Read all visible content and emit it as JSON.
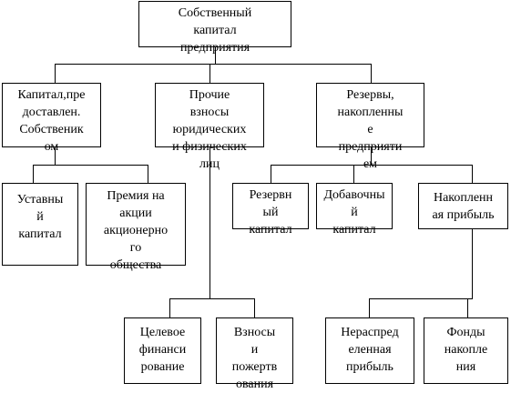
{
  "diagram": {
    "root": "Собственный\nкапитал\nпредприятия",
    "branch1": "Капитал,пре\nдоставлен.\nСобственик\nом",
    "branch2": "Прочие\nвзносы\nюридических\nи физических\nлиц",
    "branch3": "Резервы,\nнакопленны\nе\nпредприяти\nем",
    "leaf_authorized": "Уставны\nй\nкапитал",
    "leaf_premium": "Премия на\nакции\nакционерно\nго\nобщества",
    "leaf_reserve": "Резервн\nый\nкапитал",
    "leaf_additional": "Добавочны\nй\nкапитал",
    "leaf_accumulated": "Накопленн\nая прибыль",
    "leaf_targeted": "Целевое\nфинанси\nрование",
    "leaf_contributions": "Взносы\nи\nпожертв\nования",
    "leaf_undistributed": "Нераспред\nеленная\nприбыль",
    "leaf_funds": "Фонды\nнакопле\nния"
  }
}
